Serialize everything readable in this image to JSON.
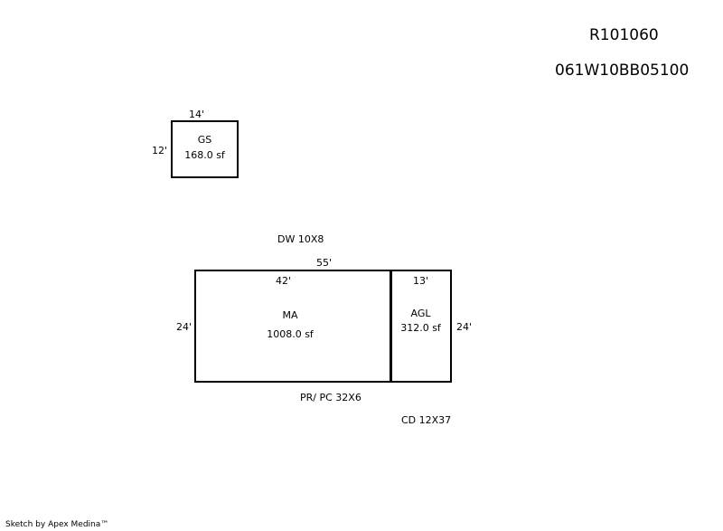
{
  "header": {
    "record_id": "R101060",
    "parcel_number": "061W10BB05100"
  },
  "areas": {
    "gs": {
      "label": "GS",
      "area": "168.0 sf",
      "width_dim": "14'",
      "height_dim": "12'"
    },
    "ma": {
      "label": "MA",
      "area": "1008.0 sf",
      "width_dim": "42'",
      "height_dim": "24'"
    },
    "agl": {
      "label": "AGL",
      "area": "312.0 sf",
      "width_dim": "13'",
      "height_dim": "24'"
    },
    "overall_width_dim": "55'"
  },
  "annotations": {
    "dw": "DW 10X8",
    "pr_pc": "PR/ PC 32X6",
    "cd": "CD 12X37"
  },
  "footer": {
    "credit": "Sketch by Apex Medina™"
  }
}
